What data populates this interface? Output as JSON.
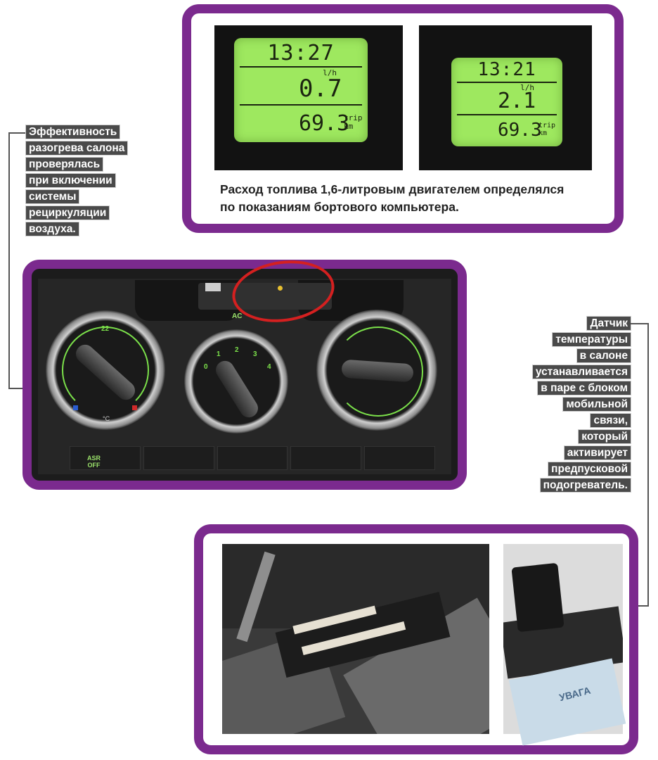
{
  "displays": [
    {
      "time": "13:27",
      "unit": "l/h",
      "consumption": "0.7",
      "distance": "69.3",
      "trip_unit": "trip",
      "distance_unit": "km"
    },
    {
      "time": "13:21",
      "unit": "l/h",
      "consumption": "2.1",
      "distance": "69.3",
      "trip_unit": "trip",
      "distance_unit": "km"
    }
  ],
  "captions": {
    "display_line1": "Расход топлива 1,6-литровым двигателем определялся",
    "display_line2": "по показаниям бортового компьютера."
  },
  "left_label": [
    "Эффективность",
    "разогрева салона",
    "проверялась",
    "при включении",
    "системы",
    "рециркуляции",
    "воздуха."
  ],
  "right_label": [
    "Датчик",
    "температуры",
    "в салоне",
    "устанавливается",
    "в паре с блоком",
    "мобильной",
    "связи,",
    "который",
    "активирует",
    "предпусковой",
    "подогреватель."
  ],
  "panel": {
    "temp_left": "22",
    "temp_unit": "°C",
    "fan_steps": [
      "0",
      "1",
      "2",
      "3",
      "4"
    ],
    "asr_line1": "ASR",
    "asr_line2": "OFF",
    "ac_label": "AC"
  },
  "sticker": {
    "text": "УВАГА"
  },
  "colors": {
    "frame": "#7b2a8e",
    "lcd": "#9ee85f",
    "indicator": "#7be04a",
    "highlight": "#d42020"
  }
}
